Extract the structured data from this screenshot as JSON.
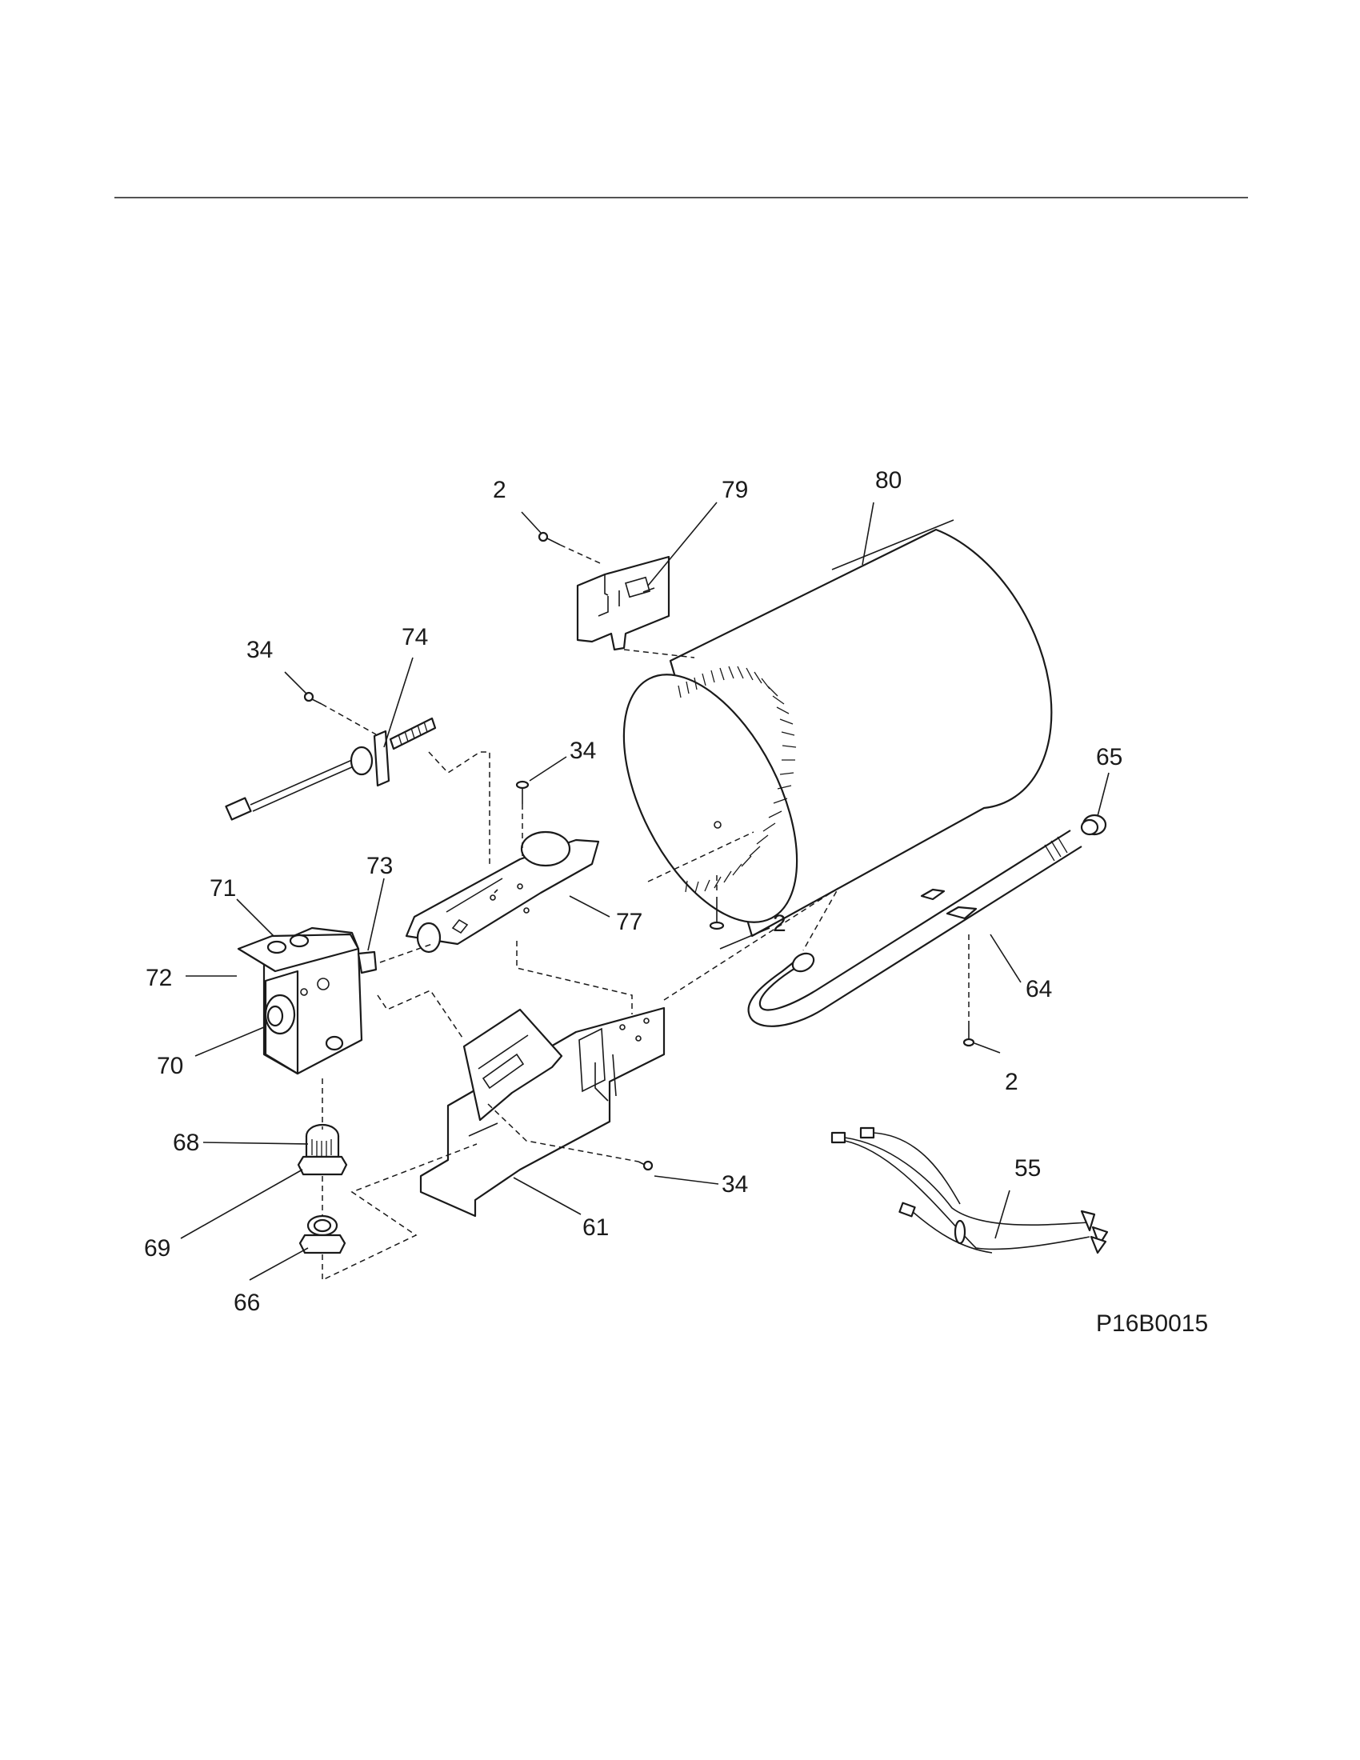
{
  "diagram": {
    "drawing_code": "P16B0015",
    "callouts": [
      {
        "id": "c-2-top",
        "text": "2"
      },
      {
        "id": "c-79",
        "text": "79"
      },
      {
        "id": "c-80",
        "text": "80"
      },
      {
        "id": "c-34-left",
        "text": "34"
      },
      {
        "id": "c-74",
        "text": "74"
      },
      {
        "id": "c-34-mid",
        "text": "34"
      },
      {
        "id": "c-65",
        "text": "65"
      },
      {
        "id": "c-71",
        "text": "71"
      },
      {
        "id": "c-73",
        "text": "73"
      },
      {
        "id": "c-2-mid",
        "text": "2"
      },
      {
        "id": "c-77",
        "text": "77"
      },
      {
        "id": "c-72",
        "text": "72"
      },
      {
        "id": "c-64",
        "text": "64"
      },
      {
        "id": "c-70",
        "text": "70"
      },
      {
        "id": "c-2-right",
        "text": "2"
      },
      {
        "id": "c-68",
        "text": "68"
      },
      {
        "id": "c-55",
        "text": "55"
      },
      {
        "id": "c-34-bottom",
        "text": "34"
      },
      {
        "id": "c-69",
        "text": "69"
      },
      {
        "id": "c-61",
        "text": "61"
      },
      {
        "id": "c-66",
        "text": "66"
      }
    ]
  }
}
